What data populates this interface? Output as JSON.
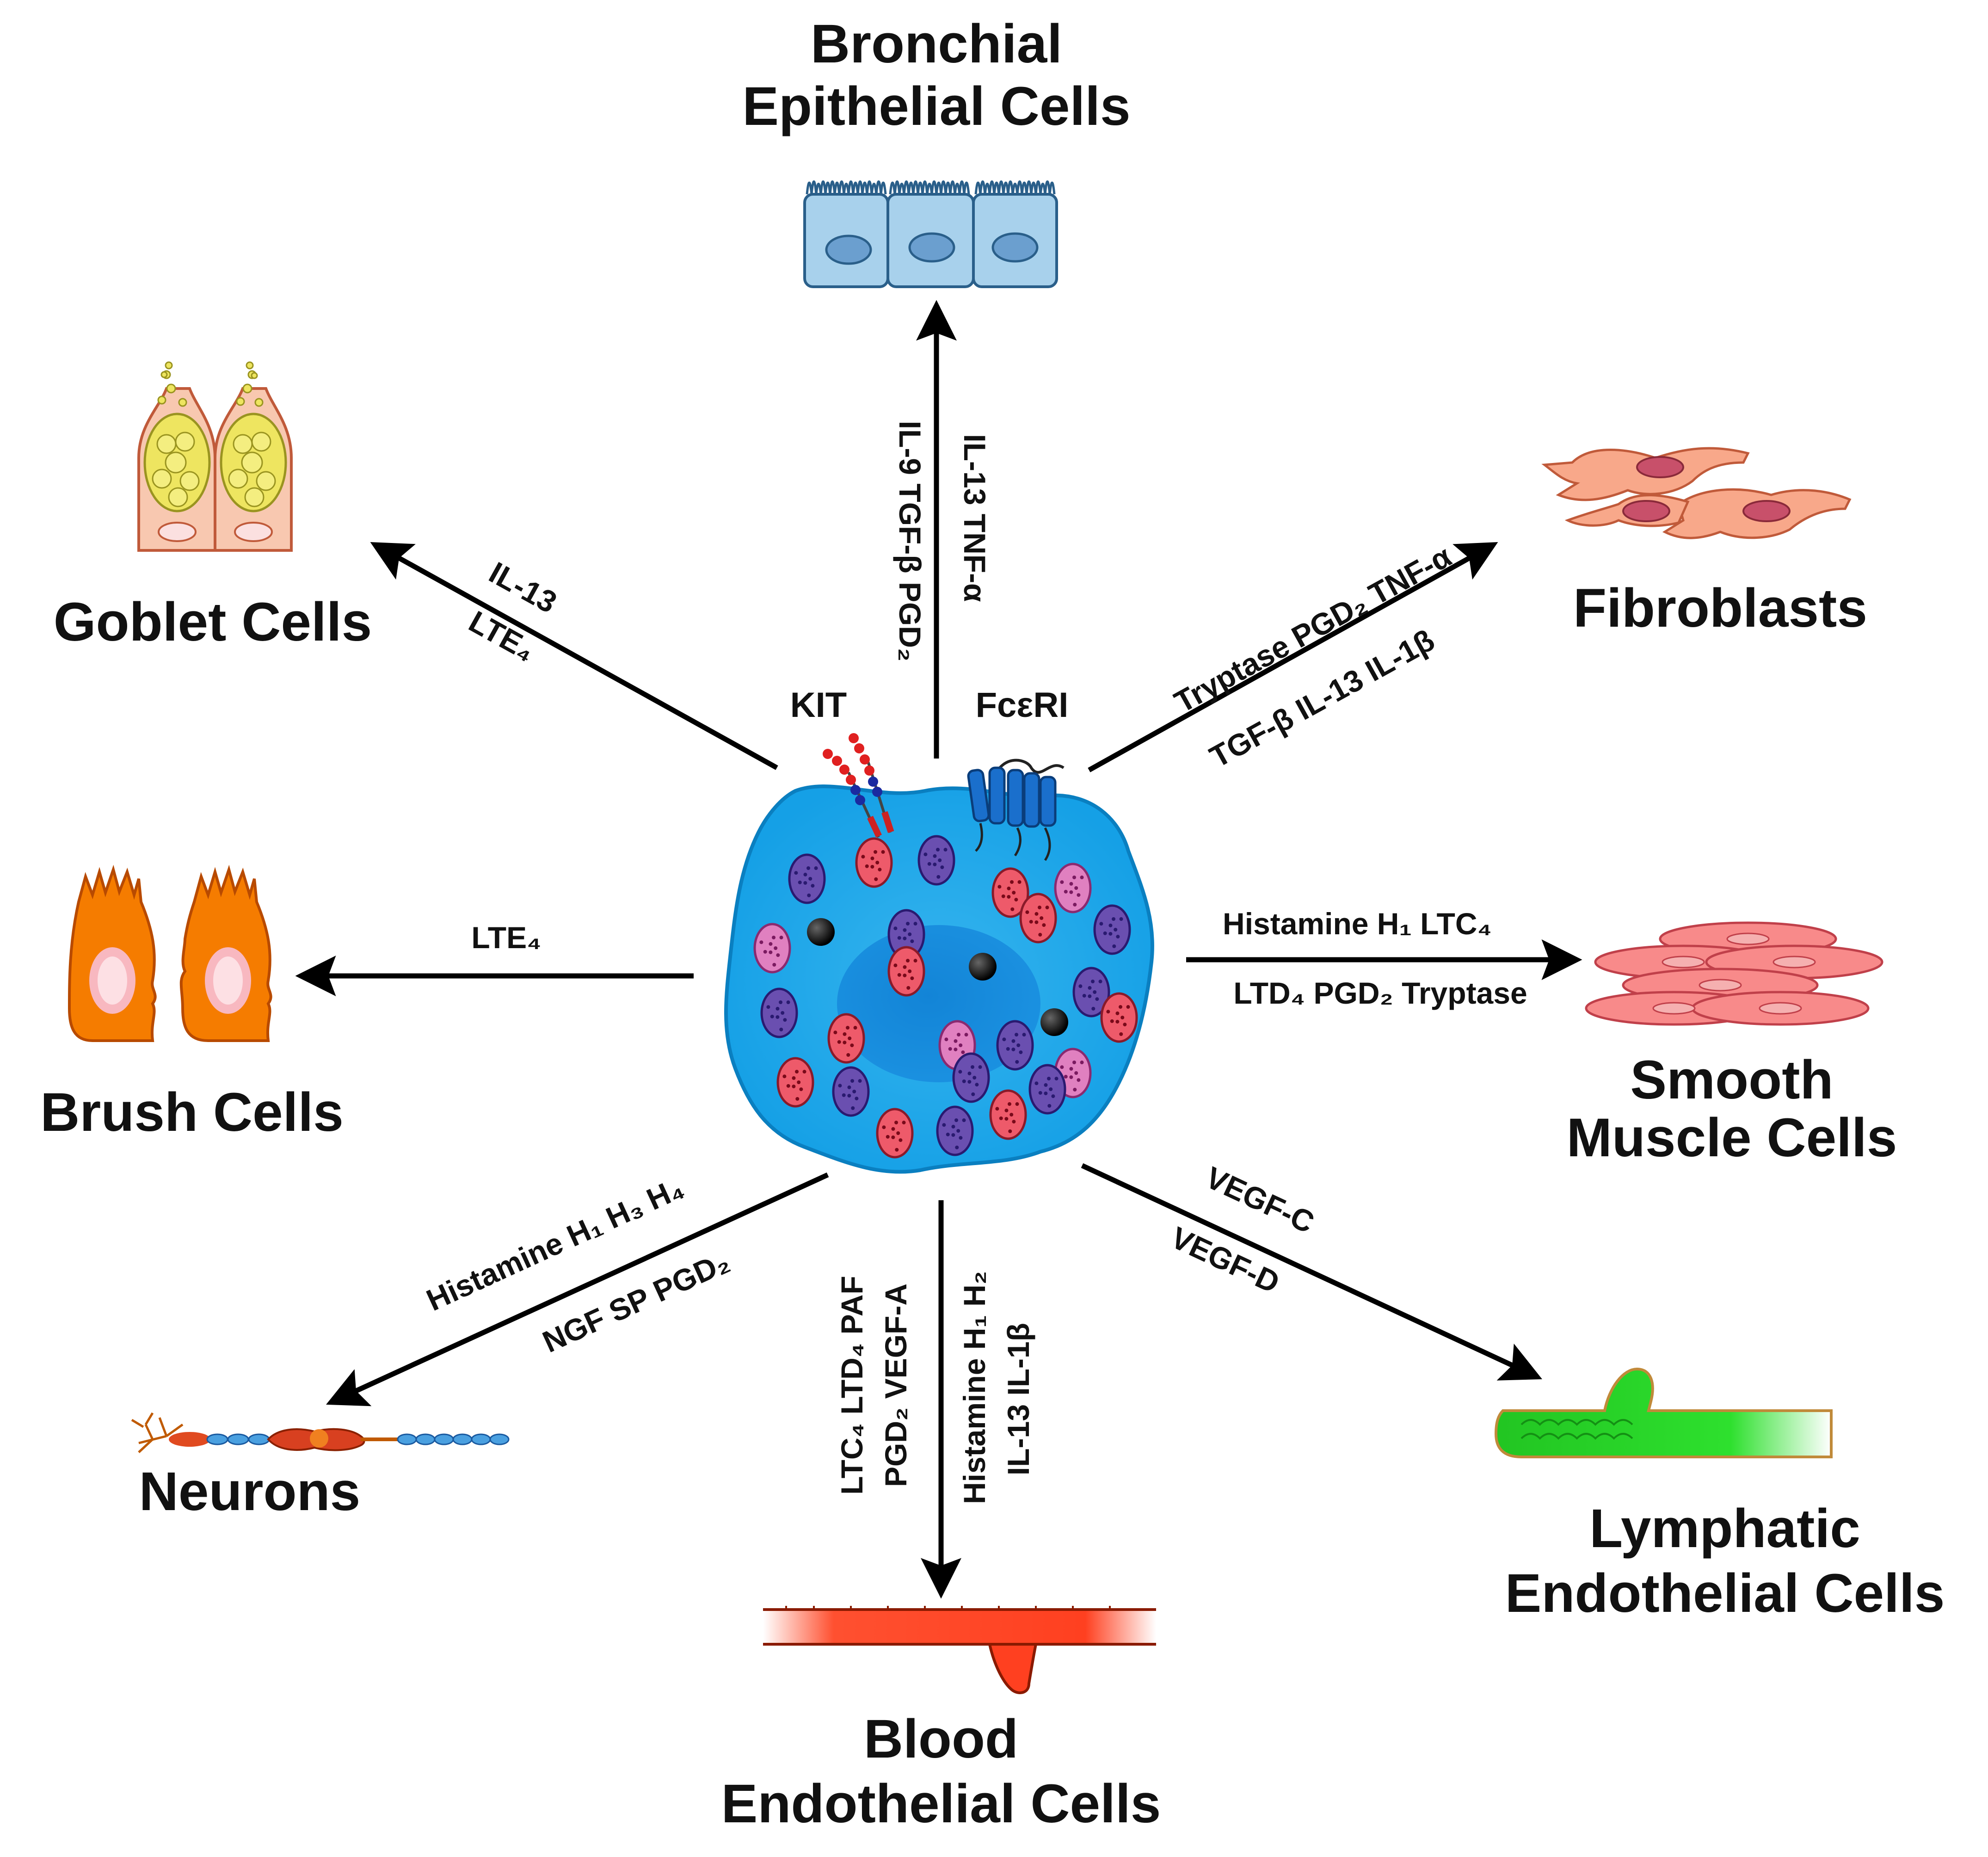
{
  "targets": {
    "bronchial": [
      "Bronchial",
      "Epithelial  Cells"
    ],
    "goblet": "Goblet  Cells",
    "fibroblasts": "Fibroblasts",
    "brush": "Brush  Cells",
    "smooth": [
      "Smooth",
      "Muscle  Cells"
    ],
    "neurons": "Neurons",
    "blood": [
      "Blood",
      "Endothelial  Cells"
    ],
    "lymphatic": [
      "Lymphatic",
      "Endothelial  Cells"
    ]
  },
  "receptors": {
    "kit": "KIT",
    "fceri": "FcεRI"
  },
  "mediators": {
    "bronchial_left": "IL-9  TGF-β  PGD₂",
    "bronchial_right": "IL-13  TNF-α",
    "goblet_1": "IL-13",
    "goblet_2": "LTE₄",
    "fibro_1": "Tryptase  PGD₂  TNF-α",
    "fibro_2": "TGF-β  IL-13  IL-1β",
    "brush": "LTE₄",
    "smooth_1": "Histamine  H₁  LTC₄",
    "smooth_2": "LTD₄  PGD₂  Tryptase",
    "neuron_1": "Histamine  H₁  H₃  H₄",
    "neuron_2": "NGF  SP  PGD₂",
    "blood_1": "LTC₄  LTD₄  PAF",
    "blood_2": "PGD₂  VEGF-A",
    "blood_3": "Histamine  H₁  H₂",
    "blood_4": "IL-13  IL-1β",
    "lymph_1": "VEGF-C",
    "lymph_2": "VEGF-D"
  }
}
